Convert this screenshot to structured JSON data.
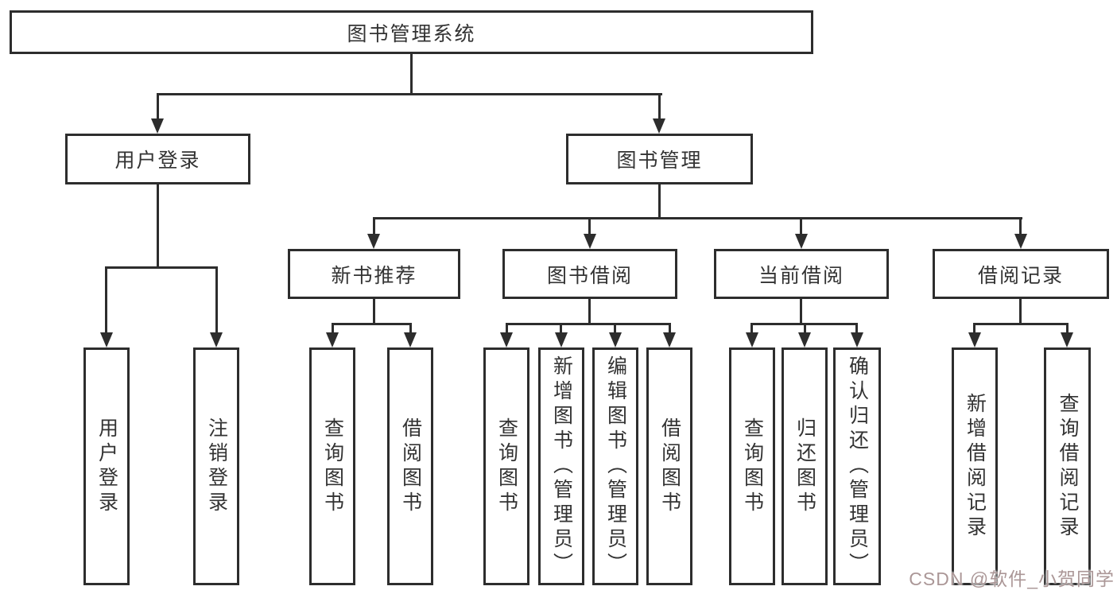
{
  "diagram": {
    "root": "图书管理系统",
    "level2": [
      "用户登录",
      "图书管理"
    ],
    "level3": [
      "新书推荐",
      "图书借阅",
      "当前借阅",
      "借阅记录"
    ],
    "leaves": {
      "user": [
        "用户登录",
        "注销登录"
      ],
      "recommend": [
        "查询图书",
        "借阅图书"
      ],
      "borrow": [
        "查询图书",
        "新增图书（管理员）",
        "编辑图书（管理员）",
        "借阅图书"
      ],
      "current": [
        "查询图书",
        "归还图书",
        "确认归还（管理员）"
      ],
      "records": [
        "新增借阅记录",
        "查询借阅记录"
      ]
    }
  },
  "watermark": "CSDN @软件_小贺同学",
  "colors": {
    "line": "#2d2d2d",
    "text": "#333333",
    "watermark": "#ab9797",
    "background": "#ffffff"
  }
}
